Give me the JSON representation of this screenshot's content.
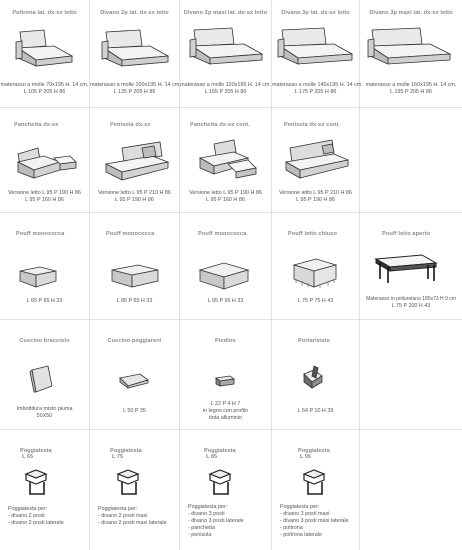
{
  "row1": [
    {
      "title": "Poltrona lat. dx-sx letto",
      "lines": [
        "materasso a molle 70x195 H. 14 cm.",
        "L 105 P 205 H 86"
      ],
      "icon": "sofa-bed-open-icon"
    },
    {
      "title": "Divano 2p lat. dx-sx letto",
      "lines": [
        "materasso a molle 100x195 H. 14 cm.",
        "L 135 P 205 H 86"
      ],
      "icon": "sofa-bed-open-icon"
    },
    {
      "title": "Divano 2p maxi lat. dx-sx letto",
      "lines": [
        "materasso a molle 120x195 H. 14 cm.",
        "L 155 P 205 H 86"
      ],
      "icon": "sofa-bed-open-icon"
    },
    {
      "title": "Divano 3p lat. dx-sx letto",
      "lines": [
        "materasso a molle 140x195 H. 14 cm.",
        "L 175 P 205 H 86"
      ],
      "icon": "sofa-bed-open-icon"
    },
    {
      "title": "Divano 3p maxi lat. dx-sx letto",
      "lines": [
        "materasso a molle 160x195 H. 14 cm.",
        "L 195 P 205 H 86"
      ],
      "icon": "sofa-bed-open-icon"
    }
  ],
  "row2": [
    {
      "title": "Panchetta dx-sx",
      "lines": [
        "Versione letto L 95 P 190 H 86",
        "L 95 P 160 H 86"
      ],
      "icon": "chaise-bed-icon"
    },
    {
      "title": "Penisola dx-sx",
      "lines": [
        "Versione letto L 95 P 210 H 86",
        "L 95 P 190 H 86"
      ],
      "icon": "peninsula-bed-icon"
    },
    {
      "title": "Panchetta dx-sx cont.",
      "lines": [
        "Versione letto L 95 P 190 H 86",
        "L 95 P 160 H 86"
      ],
      "icon": "storage-chaise-icon"
    },
    {
      "title": "Penisola dx-sx cont.",
      "lines": [
        "Versione letto L 95 P 210 H 86",
        "L 95 P 190 H 86"
      ],
      "icon": "storage-peninsula-icon"
    }
  ],
  "row3": [
    {
      "title": "Pouff monococca",
      "lines": [
        "L 65 P 65 H 33"
      ],
      "icon": "pouf-icon"
    },
    {
      "title": "Pouff monococca",
      "lines": [
        "L 85 P 65 H 33"
      ],
      "icon": "pouf-icon"
    },
    {
      "title": "Pouff monococca",
      "lines": [
        "L 95 P 95 H 33"
      ],
      "icon": "pouf-icon"
    },
    {
      "title": "Pouff letto chiuso",
      "lines": [
        "L 75 P 75 H 43"
      ],
      "icon": "pouf-bed-closed-icon"
    },
    {
      "title": "Pouff letto aperto",
      "lines": [
        "Materasso in poliuretano 185x73  H 9 cm",
        "L 75 P 200 H 43"
      ],
      "icon": "pouf-bed-open-icon"
    }
  ],
  "row4": [
    {
      "title": "Cuscino bracciolo",
      "lines": [
        "Imbottitura misto piuma",
        "50X50"
      ],
      "icon": "armrest-cushion-icon"
    },
    {
      "title": "Cuscino poggiareni",
      "lines": [
        "L 50 P 35"
      ],
      "icon": "lumbar-cushion-icon"
    },
    {
      "title": "Piedino",
      "lines": [
        "L 22 P 4 H 7",
        "in legno con profilo",
        "tinta alluminio"
      ],
      "icon": "foot-icon"
    },
    {
      "title": "Portariviste",
      "lines": [
        "L 64 P 10 H 39"
      ],
      "icon": "magazine-rack-icon"
    }
  ],
  "row5": [
    {
      "title": "Poggiatesta",
      "sub": "L 65",
      "lines": [
        "Poggiatesta per:",
        "- divano 2 posti",
        "- divano 2 posti laterale"
      ],
      "icon": "headrest-icon"
    },
    {
      "title": "Poggiatesta",
      "sub": "L 75",
      "lines": [
        "Poggiatesta per:",
        "- divano 2 posti maxi",
        "- divano 2 posti maxi laterale"
      ],
      "icon": "headrest-icon"
    },
    {
      "title": "Poggiatesta",
      "sub": "L 85",
      "lines": [
        "Poggiatesta per:",
        "- divano 3 posti",
        "- divano 3 posti laterale",
        "- panchetta",
        "- penisola"
      ],
      "icon": "headrest-icon"
    },
    {
      "title": "Poggiatesta",
      "sub": "L 95",
      "lines": [
        "Poggiatesta per:",
        "- divano 3 posti maxi",
        "- divano 3 posti maxi laterale",
        "- poltrona",
        "- poltrona laterale"
      ],
      "icon": "headrest-icon"
    }
  ]
}
